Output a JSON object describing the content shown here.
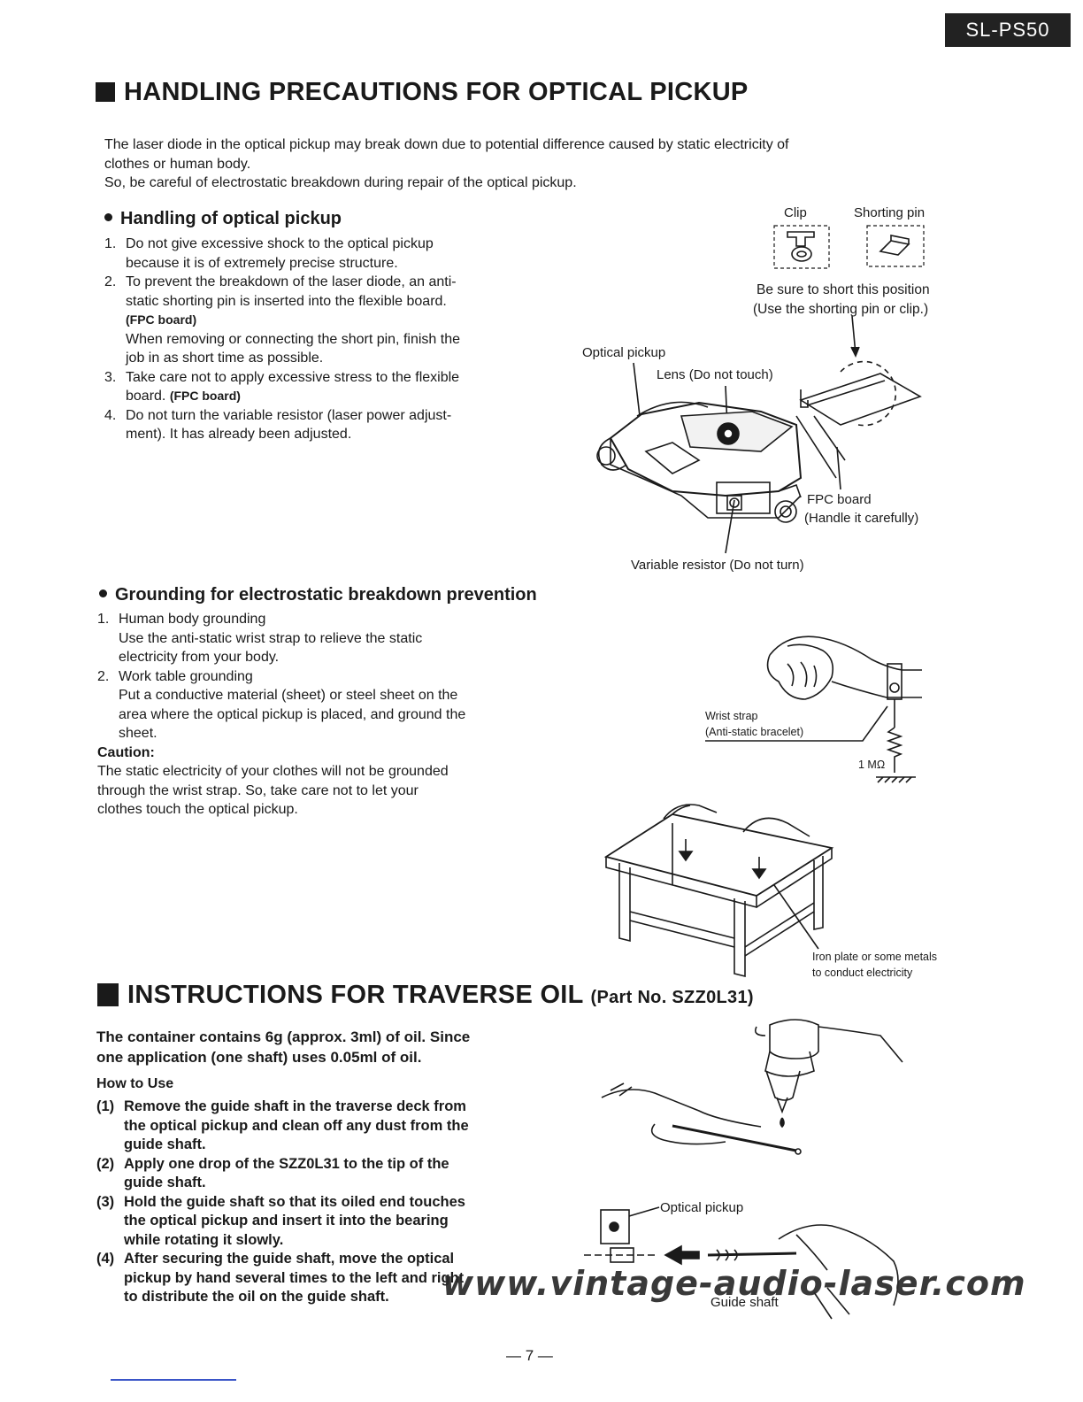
{
  "header": {
    "model": "SL-PS50"
  },
  "section1": {
    "title": "HANDLING PRECAUTIONS FOR OPTICAL PICKUP",
    "intro_1": "The laser diode in the optical pickup may break down due to potential difference caused by static electricity of",
    "intro_2": "clothes or human body.",
    "intro_3": "So, be careful of electrostatic breakdown during repair of the optical pickup.",
    "handling": {
      "heading": "Handling of optical pickup",
      "items": [
        {
          "num": "1.",
          "lines": [
            "Do not give excessive shock to the optical pickup",
            "because it is of extremely precise structure."
          ]
        },
        {
          "num": "2.",
          "lines": [
            "To prevent the breakdown of the laser diode, an anti-",
            "static shorting pin is inserted into the flexible board."
          ],
          "tag": "(FPC board)",
          "extra": [
            "When removing or connecting the short pin, finish the",
            "job in as short time as possible."
          ]
        },
        {
          "num": "3.",
          "lines": [
            "Take care not to apply excessive stress to the flexible",
            "board."
          ],
          "tag": "(FPC board)"
        },
        {
          "num": "4.",
          "lines": [
            "Do not turn the variable resistor (laser power adjust-",
            "ment). It has already been adjusted."
          ]
        }
      ]
    },
    "figure1": {
      "clip": "Clip",
      "shorting_pin": "Shorting pin",
      "short_note_1": "Be sure to short this position",
      "short_note_2": "(Use the shorting pin or clip.)",
      "optical_pickup": "Optical pickup",
      "lens": "Lens (Do not touch)",
      "fpc_1": "FPC board",
      "fpc_2": "(Handle it carefully)",
      "variable_resistor": "Variable resistor (Do not turn)"
    },
    "grounding": {
      "heading": "Grounding for electrostatic breakdown prevention",
      "items": [
        {
          "num": "1.",
          "title": "Human body grounding",
          "lines": [
            "Use the anti-static wrist strap to relieve the static",
            "electricity from your body."
          ]
        },
        {
          "num": "2.",
          "title": "Work table grounding",
          "lines": [
            "Put a conductive material (sheet) or steel sheet on the",
            "area where the optical pickup is placed, and ground the",
            "sheet."
          ]
        }
      ],
      "caution_label": "Caution:",
      "caution_lines": [
        "The static electricity of your clothes will not be grounded",
        "through the wrist strap. So, take care not to let your",
        "clothes touch the optical pickup."
      ]
    },
    "figure2": {
      "wrist_strap": "Wrist strap",
      "anti_static": "(Anti-static bracelet)",
      "resistor": "1 MΩ",
      "iron_1": "Iron plate or some metals",
      "iron_2": "to conduct electricity"
    }
  },
  "section2": {
    "title": "INSTRUCTIONS FOR TRAVERSE OIL",
    "part_no": "(Part No. SZZ0L31)",
    "intro_1": "The container contains 6g (approx. 3ml) of oil.   Since",
    "intro_2": "one application (one shaft) uses 0.05ml of oil.",
    "how_to": "How to Use",
    "steps": [
      {
        "num": "(1)",
        "lines": [
          "Remove the guide shaft in the traverse deck from",
          "the optical pickup and clean off any dust from the",
          "guide shaft."
        ]
      },
      {
        "num": "(2)",
        "lines": [
          "Apply one drop of the SZZ0L31 to the tip of the",
          "guide shaft."
        ]
      },
      {
        "num": "(3)",
        "lines": [
          "Hold the guide shaft so that its oiled end touches",
          "the optical pickup and insert it into the bearing",
          "while rotating it slowly."
        ]
      },
      {
        "num": "(4)",
        "lines": [
          "After securing the guide shaft, move the optical",
          "pickup by hand several times to the left and right",
          "to distribute the oil on the guide shaft."
        ]
      }
    ],
    "figure3": {
      "optical_pickup": "Optical pickup",
      "guide_shaft": "Guide shaft"
    }
  },
  "footer": {
    "page": "— 7 —",
    "watermark": "www.vintage-audio-laser.com"
  }
}
